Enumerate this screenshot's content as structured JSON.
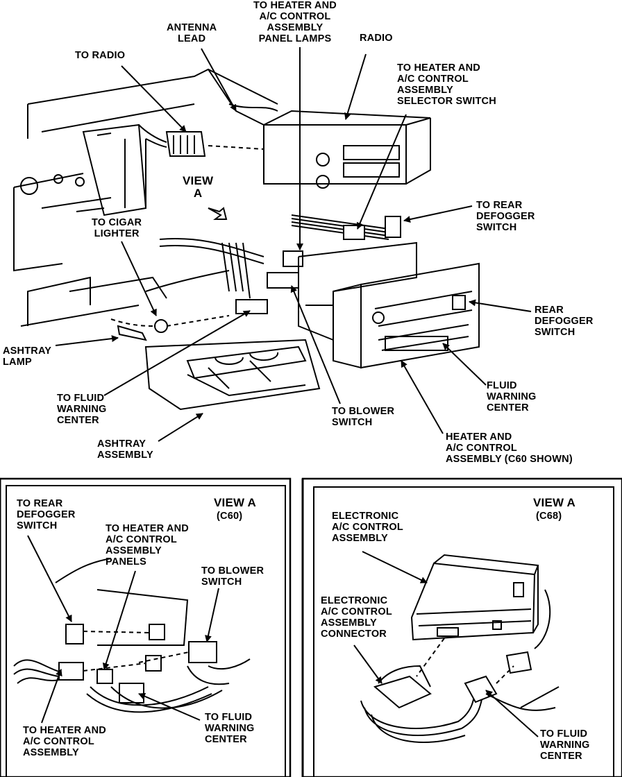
{
  "main_view": {
    "labels": {
      "heater_lamps": "TO HEATER AND\nA/C CONTROL\nASSEMBLY\nPANEL LAMPS",
      "antenna": "ANTENNA\nLEAD",
      "radio": "RADIO",
      "to_radio": "TO RADIO",
      "selector_switch": "TO HEATER AND\nA/C CONTROL\nASSEMBLY\nSELECTOR SWITCH",
      "view_a": "VIEW\nA",
      "to_rear_defogger": "TO REAR\nDEFOGGER\nSWITCH",
      "cigar_lighter": "TO CIGAR\nLIGHTER",
      "rear_defogger_switch": "REAR\nDEFOGGER\nSWITCH",
      "ashtray_lamp": "ASHTRAY\nLAMP",
      "fluid_warning_center_left": "TO FLUID\nWARNING\nCENTER",
      "fluid_warning_center_right": "FLUID\nWARNING\nCENTER",
      "blower_switch": "TO BLOWER\nSWITCH",
      "ashtray_assembly": "ASHTRAY\nASSEMBLY",
      "heater_assembly": "HEATER AND\nA/C CONTROL\nASSEMBLY (C60 SHOWN)"
    }
  },
  "view_c60": {
    "title": "VIEW A",
    "subtitle": "(C60)",
    "labels": {
      "rear_defogger": "TO REAR\nDEFOGGER\nSWITCH",
      "panels": "TO HEATER AND\nA/C CONTROL\nASSEMBLY\nPANELS",
      "blower": "TO BLOWER\nSWITCH",
      "heater_assembly": "TO HEATER AND\nA/C CONTROL\nASSEMBLY",
      "fluid": "TO FLUID\nWARNING\nCENTER"
    }
  },
  "view_c68": {
    "title": "VIEW A",
    "subtitle": "(C68)",
    "labels": {
      "electronic_assembly": "ELECTRONIC\nA/C CONTROL\nASSEMBLY",
      "connector": "ELECTRONIC\nA/C CONTROL\nASSEMBLY\nCONNECTOR",
      "fluid": "TO FLUID\nWARNING\nCENTER"
    }
  }
}
